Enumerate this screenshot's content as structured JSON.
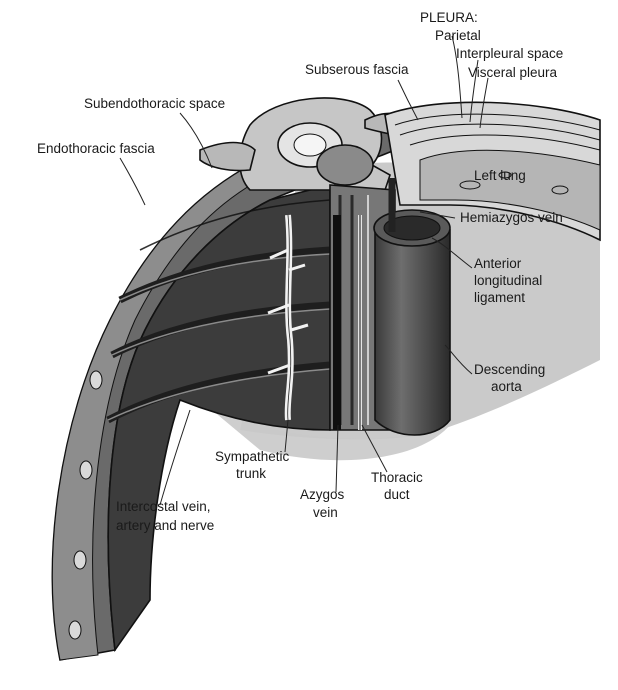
{
  "figure": {
    "labels": {
      "pleura_heading": "PLEURA:",
      "parietal": "Parietal",
      "interpleural_space": "Interpleural space",
      "visceral_pleura": "Visceral pleura",
      "subserous_fascia": "Subserous fascia",
      "subendothoracic_space": "Subendothoracic space",
      "endothoracic_fascia": "Endothoracic fascia",
      "left_lung": "Left lung",
      "hemiazygos_vein": "Hemiazygos vein",
      "anterior_longitudinal_ligament_1": "Anterior",
      "anterior_longitudinal_ligament_2": "longitudinal",
      "anterior_longitudinal_ligament_3": "ligament",
      "descending_aorta_1": "Descending",
      "descending_aorta_2": "aorta",
      "sympathetic_trunk_1": "Sympathetic",
      "sympathetic_trunk_2": "trunk",
      "azygos_vein_1": "Azygos",
      "azygos_vein_2": "vein",
      "thoracic_duct_1": "Thoracic",
      "thoracic_duct_2": "duct",
      "intercostal_1": "Intercostal vein,",
      "intercostal_2": "artery and nerve"
    }
  }
}
